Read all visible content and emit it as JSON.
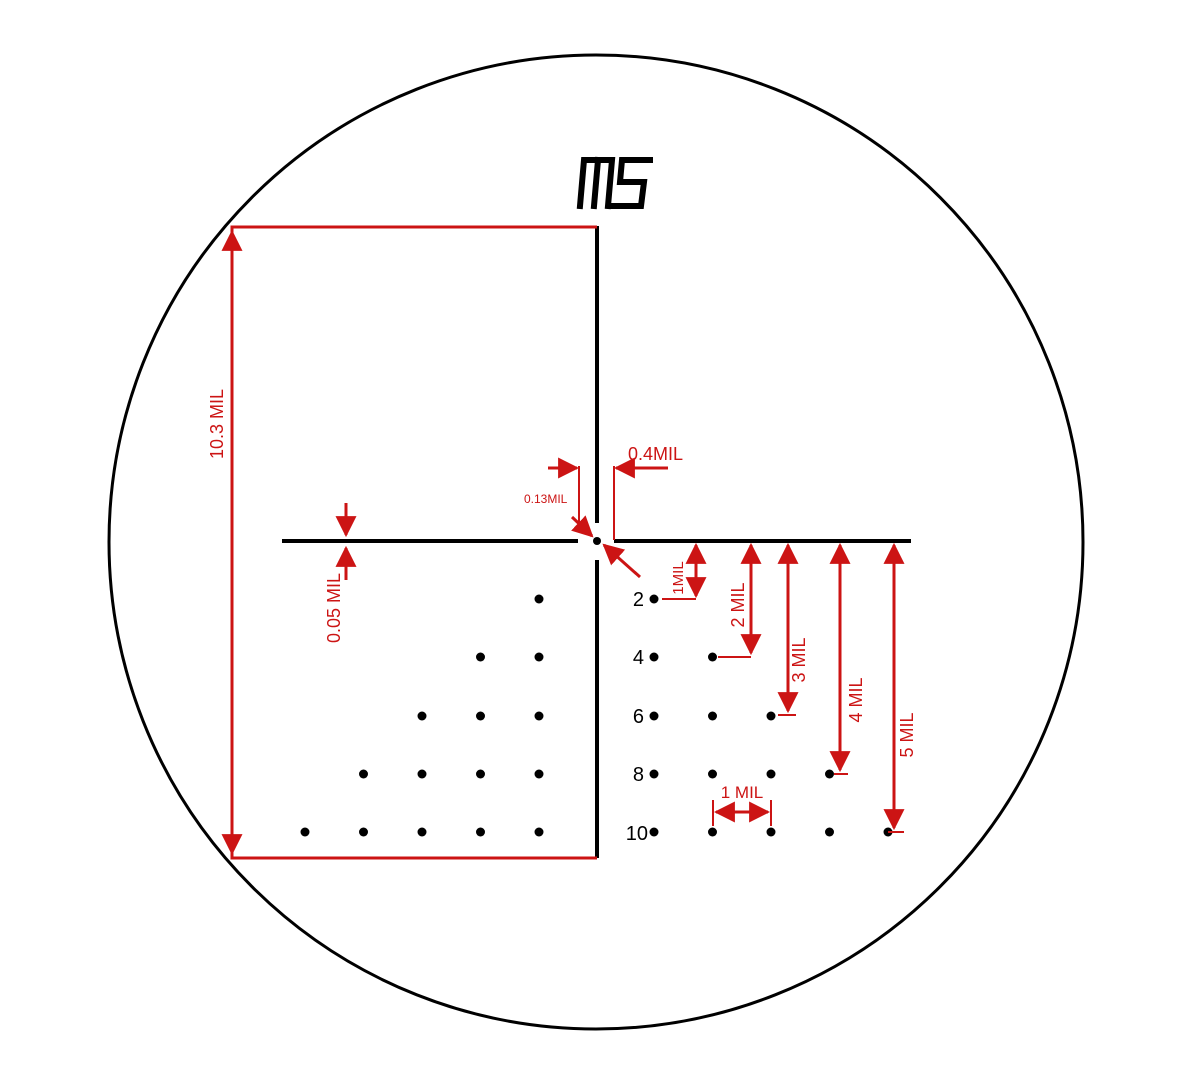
{
  "reticle": {
    "model_label": "M5",
    "row_labels": [
      "2",
      "4",
      "6",
      "8",
      "10"
    ]
  },
  "annotations": {
    "height": "10.3 MIL",
    "gap_width": "0.4MIL",
    "dot_size": "0.13MIL",
    "line_thickness": "0.05 MIL",
    "spacing_1": "1MIL",
    "spacing_2": "2 MIL",
    "spacing_3": "3 MIL",
    "spacing_4": "4 MIL",
    "spacing_5": "5 MIL",
    "horizontal_spacing": "1 MIL"
  },
  "colors": {
    "reticle": "#000000",
    "annotation": "#cc1414"
  }
}
